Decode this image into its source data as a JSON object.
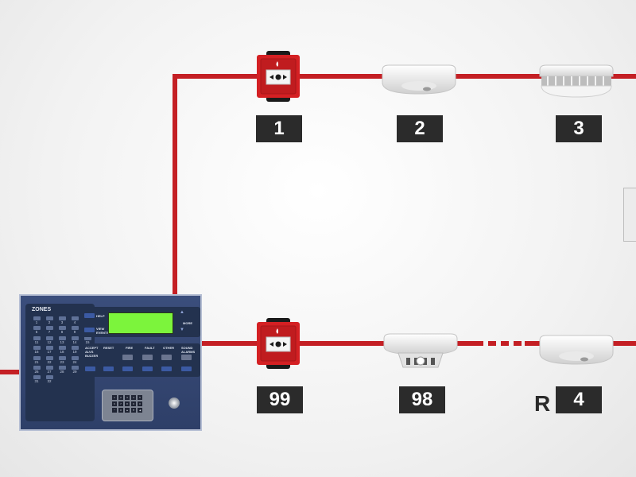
{
  "devices": [
    {
      "id": "mcp-top",
      "type": "manual-call-point",
      "label": "1"
    },
    {
      "id": "detector-top-1",
      "type": "smoke-detector",
      "label": "2"
    },
    {
      "id": "detector-top-2",
      "type": "smoke-detector",
      "label": "3"
    },
    {
      "id": "mcp-bottom",
      "type": "manual-call-point",
      "label": "99"
    },
    {
      "id": "detector-bottom-1",
      "type": "heat-detector",
      "label": "98"
    },
    {
      "id": "detector-bottom-2",
      "type": "smoke-detector",
      "label": "4"
    }
  ],
  "panel": {
    "zones_title": "ZONES",
    "zones": [
      "1",
      "2",
      "3",
      "4",
      "5",
      "6",
      "7",
      "8",
      "9",
      "10",
      "11",
      "12",
      "13",
      "14",
      "15",
      "16",
      "17",
      "18",
      "19",
      "20",
      "21",
      "22",
      "23",
      "24",
      "25",
      "26",
      "27",
      "28",
      "29",
      "30",
      "31",
      "32"
    ],
    "help": "HELP",
    "view_events": "VIEW EVENTS",
    "more": "MORE",
    "buttons": [
      "ACCEPT ALVS BUZZER",
      "RESET",
      "FIRE",
      "FAULT",
      "OTHER",
      "SOUND ALARMS"
    ],
    "keys": [
      "1",
      "2",
      "3",
      "4",
      "5",
      "6",
      "7",
      "8",
      "9",
      "0",
      "*",
      "#",
      "▲",
      "▼",
      "◀"
    ]
  },
  "watermark": "R LPA",
  "colors": {
    "wire": "#c41f24",
    "label_bg": "#2b2b2b",
    "panel": "#33456f",
    "lcd": "#7cf43c"
  }
}
